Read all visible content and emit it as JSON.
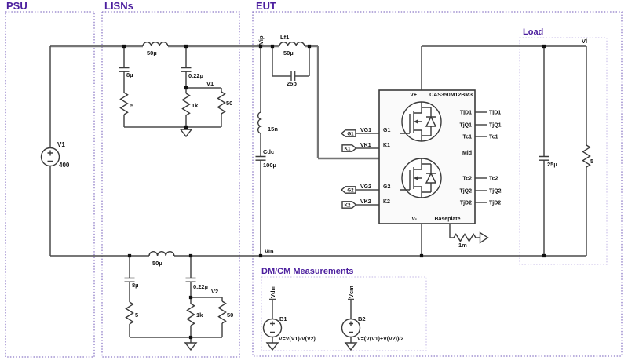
{
  "titles": {
    "psu": "PSU",
    "lisns": "LISNs",
    "eut": "EUT",
    "load": "Load",
    "dmcm": "DM/CM Measurements"
  },
  "colors": {
    "title": "#4b1e9e",
    "box_dark": "#8d7ac6",
    "box_light": "#cfc5ea",
    "wire": "#4a4a4a",
    "module_fill": "#fafafa"
  },
  "psu": {
    "source": {
      "name": "V1",
      "value": "400"
    }
  },
  "lisn_top": {
    "inductor": "50µ",
    "c_bulk": "8µ",
    "r_bulk": "5",
    "c_hf": "0.22µ",
    "r_1k": "1k",
    "r_50": "50",
    "net": "V1"
  },
  "lisn_bottom": {
    "inductor": "50µ",
    "c_bulk": "8µ",
    "r_bulk": "5",
    "c_hf": "0.22µ",
    "r_1k": "1k",
    "r_50": "50",
    "net": "V2"
  },
  "eut": {
    "nets": {
      "vip": "Vip",
      "vin": "Vin"
    },
    "lf1": {
      "name": "Lf1",
      "value": "50µ"
    },
    "cf": {
      "value": "25p"
    },
    "esl": {
      "value": "15n"
    },
    "cdc": {
      "name": "Cdc",
      "value": "100µ"
    },
    "r_baseplate": {
      "value": "1m"
    },
    "module": {
      "part": "CAS350M12BM3",
      "pin_vplus": "V+",
      "pin_vminus": "V-",
      "pin_baseplate": "Baseplate",
      "pin_mid": "Mid",
      "pin_g1": "G1",
      "pin_k1": "K1",
      "pin_g2": "G2",
      "pin_k2": "K2",
      "pin_tjd1": "TjD1",
      "pin_tjq1": "TjQ1",
      "pin_tc1": "Tc1",
      "pin_tc2": "Tc2",
      "pin_tjq2": "TjQ2",
      "pin_tjd2": "TjD2"
    },
    "ports": {
      "g1": "G1",
      "k1": "K1",
      "g2": "G2",
      "k2": "K2"
    },
    "port_nets": {
      "vg1": "VG1",
      "vk1": "VK1",
      "vg2": "VG2",
      "vk2": "VK2"
    },
    "ext_nets": {
      "tjd1": "TjD1",
      "tjq1": "TjQ1",
      "tc1": "Tc1",
      "tc2": "Tc2",
      "tjq2": "TjQ2",
      "tjd2": "TjD2"
    }
  },
  "load": {
    "net": "Vl",
    "cap": "25µ",
    "res": "5"
  },
  "dmcm": {
    "b1": {
      "name": "B1",
      "value": "V=V(V1)-V(V2)",
      "net": "Vdm"
    },
    "b2": {
      "name": "B2",
      "value": "V=(V(V1)+V(V2))/2",
      "net": "Vcm"
    }
  }
}
